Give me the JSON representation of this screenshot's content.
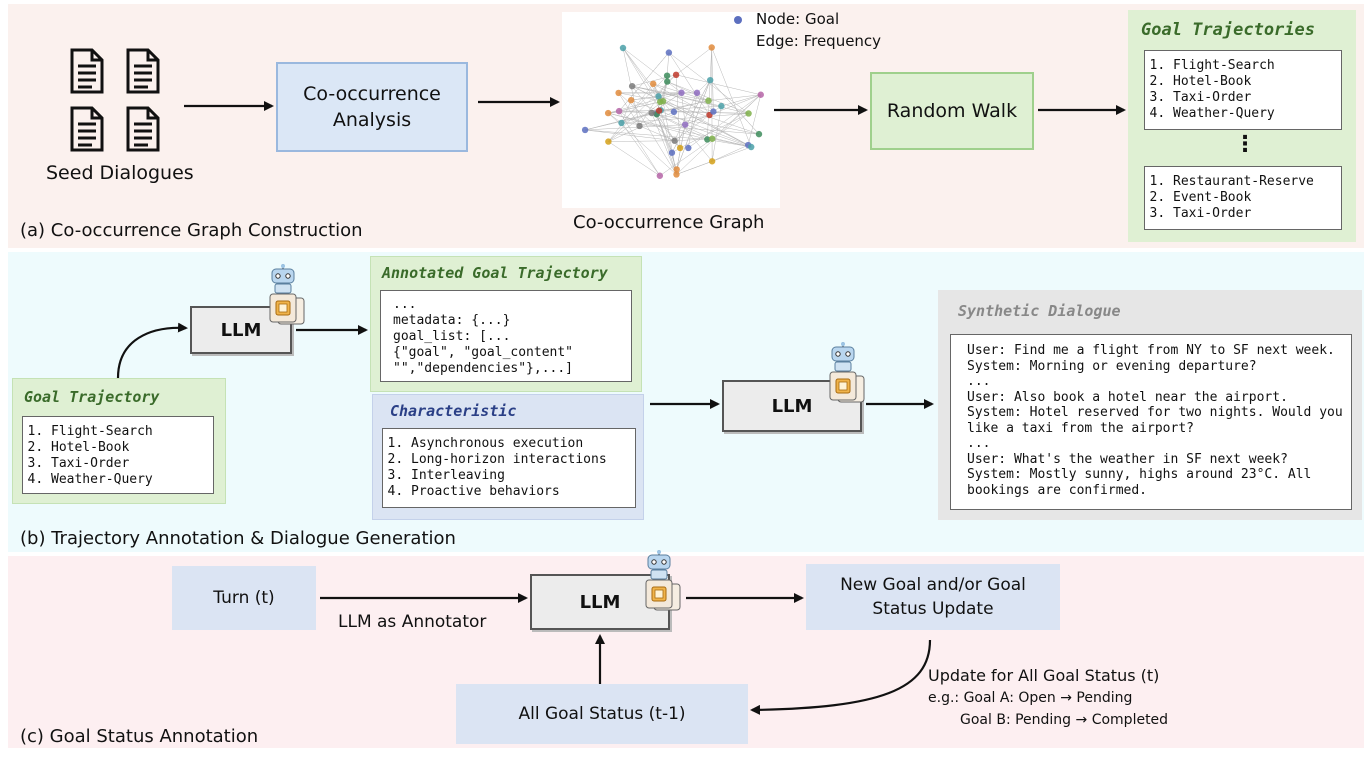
{
  "panel_a": {
    "label": "(a) Co-occurrence Graph Construction",
    "seed_label": "Seed Dialogues",
    "cooccurrence_box": "Co-occurrence\nAnalysis",
    "graph_label": "Co-occurrence Graph",
    "legend_node": "Node: Goal",
    "legend_edge": "Edge: Frequency",
    "random_walk": "Random Walk",
    "trajectories_title": "Goal Trajectories",
    "trajectory_1": [
      "Flight-Search",
      "Hotel-Book",
      "Taxi-Order",
      "Weather-Query"
    ],
    "ellipsis": "⋮",
    "trajectory_2": [
      "Restaurant-Reserve",
      "Event-Book",
      "Taxi-Order"
    ]
  },
  "panel_b": {
    "label": "(b) Trajectory Annotation & Dialogue Generation",
    "goal_traj_title": "Goal Trajectory",
    "goal_traj_items": [
      "Flight-Search",
      "Hotel-Book",
      "Taxi-Order",
      "Weather-Query"
    ],
    "llm_1": "LLM",
    "annotated_title": "Annotated Goal Trajectory",
    "annotated_lines": [
      "...",
      "metadata: {...}",
      "goal_list: [...",
      "{\"goal\", \"goal_content\"",
      "\"\",\"dependencies\"},...]"
    ],
    "characteristic_title": "Characteristic",
    "characteristic_items": [
      "Asynchronous execution",
      "Long-horizon interactions",
      "Interleaving",
      "Proactive behaviors"
    ],
    "llm_2": "LLM",
    "synthetic_title": "Synthetic Dialogue",
    "synthetic_lines": [
      "User: Find me a flight from NY to SF next week.",
      "System: Morning or evening departure?",
      "...",
      "User: Also book a hotel near the airport.",
      "System: Hotel reserved for two nights. Would you",
      "like a taxi from the airport?",
      "...",
      "User: What's the weather in SF next week?",
      "System: Mostly sunny, highs around 23°C. All",
      "bookings are confirmed."
    ]
  },
  "panel_c": {
    "label": "(c) Goal Status Annotation",
    "turn": "Turn (t)",
    "annotator_label": "LLM as Annotator",
    "llm": "LLM",
    "new_goal": "New Goal and/or Goal\nStatus Update",
    "update_label": "Update for All Goal Status (t)",
    "example_1": "e.g.: Goal A: Open → Pending",
    "example_2": "Goal B: Pending → Completed",
    "all_status": "All Goal Status (t-1)"
  },
  "colors": {
    "panel_a_bg": "#fbf1ee",
    "panel_b_bg": "#eefbfd",
    "panel_c_bg": "#fdeff1",
    "blue_box": "#dbe7f6",
    "green_box": "#dff0d3",
    "trajectory_title": "#3a6b2a",
    "characteristic_title": "#2a3f86",
    "synthetic_title": "#888888"
  }
}
